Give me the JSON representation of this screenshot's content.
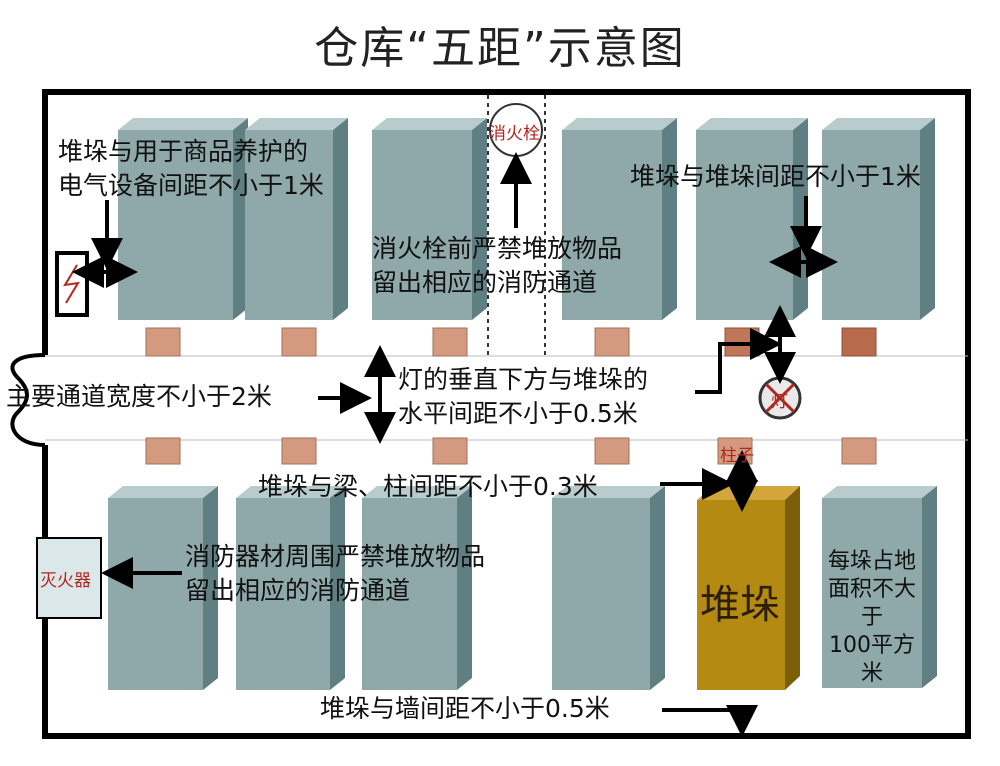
{
  "title": "仓库“五距”示意图",
  "labels": {
    "electrical": [
      "堆垛与用于商品养护的",
      "电气设备间距不小于1米"
    ],
    "stack_spacing": "堆垛与堆垛间距不小于1米",
    "hydrant_line": [
      "消火栓前严禁堆放物品",
      "留出相应的消防通道"
    ],
    "main_aisle": "主要通道宽度不小于2米",
    "lamp": [
      "灯的垂直下方与堆垛的",
      "水平间距不小于0.5米"
    ],
    "beam_column": "堆垛与梁、柱间距不小于0.3米",
    "equipment": [
      "消防器材周围严禁堆放物品",
      "留出相应的消防通道"
    ],
    "area": [
      "每垛占地",
      "面积不大于",
      "100平方米"
    ],
    "wall": "堆垛与墙间距不小于0.5米"
  },
  "tags": {
    "hydrant": "消火栓",
    "column": "柱子",
    "extinguisher": "灭火器",
    "lamp": "灯",
    "stack": "堆垛"
  },
  "colors": {
    "stack_front": "#8fa9ab",
    "stack_top": "#b9cccd",
    "stack_side": "#5f7f82",
    "highlight_front": "#b58a12",
    "pillar": "#d39a80",
    "hydrant_ring": "#b3261e"
  }
}
